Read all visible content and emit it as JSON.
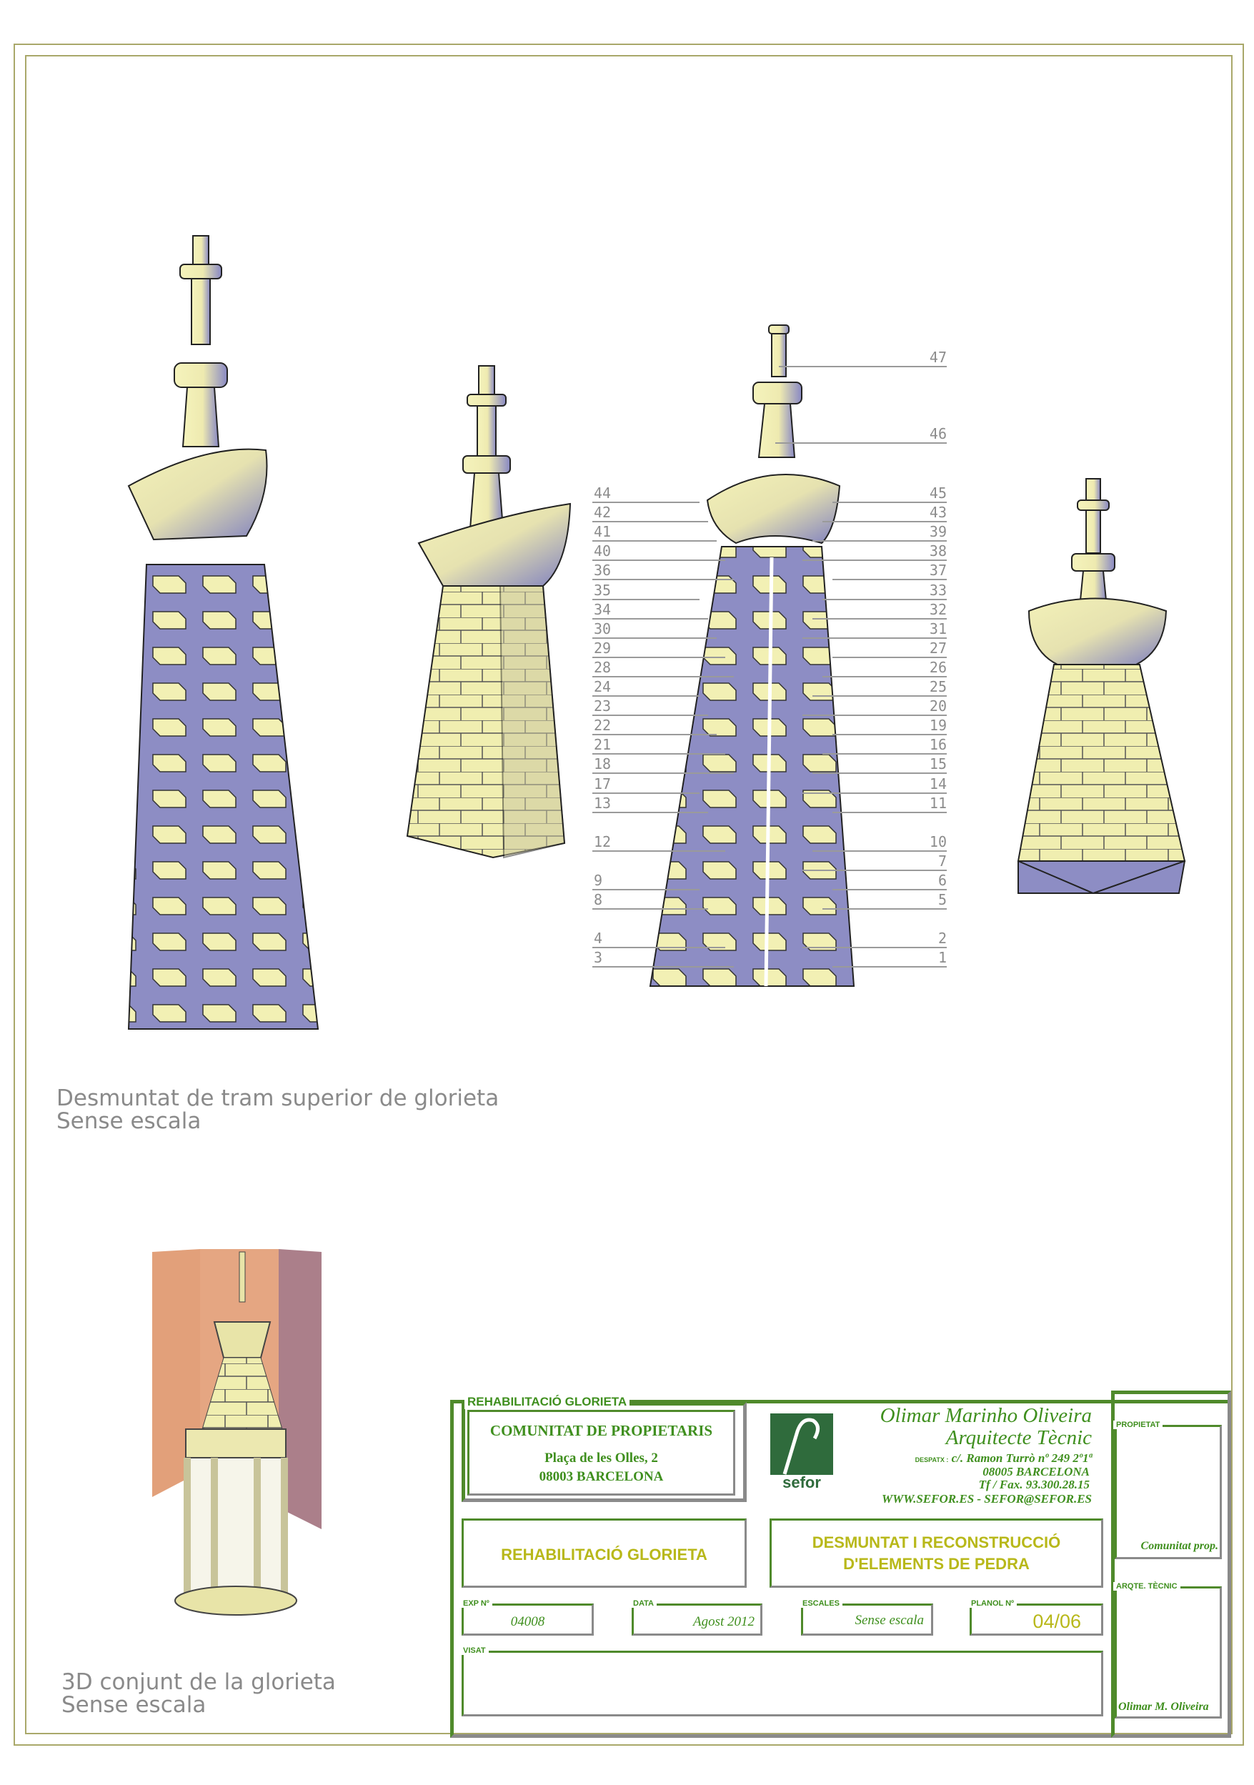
{
  "captions": {
    "exploded_title": "Desmuntat de tram superior de glorieta",
    "exploded_scale": "Sense escala",
    "overview_title": "3D conjunt de la glorieta",
    "overview_scale": "Sense escala"
  },
  "part_labels": {
    "left": [
      "44",
      "42",
      "41",
      "40",
      "36",
      "35",
      "34",
      "30",
      "29",
      "28",
      "24",
      "23",
      "22",
      "21",
      "18",
      "17",
      "13",
      "",
      "12",
      "",
      "9",
      "8",
      "",
      "4",
      "3"
    ],
    "right": [
      "45",
      "43",
      "39",
      "38",
      "37",
      "33",
      "32",
      "31",
      "27",
      "26",
      "25",
      "20",
      "19",
      "16",
      "15",
      "14",
      "11",
      "",
      "10",
      "7",
      "6",
      "5",
      "",
      "2",
      "1"
    ],
    "top": [
      "47",
      "46"
    ]
  },
  "title_block": {
    "project_tag": "REHABILITACIÓ GLORIETA",
    "client": "COMUNITAT DE PROPIETARIS",
    "client_address1": "Plaça de les Olles, 2",
    "client_address2": "08003  BARCELONA",
    "logo_text": "sefor",
    "architect_name": "Olimar Marinho Oliveira",
    "architect_title": "Arquitecte Tècnic",
    "office_label": "DESPATX :",
    "office_address": "c/. Ramon Turrò nº 249 2º1ª",
    "office_city": "08005 BARCELONA",
    "office_phone": "Tf / Fax.  93.300.28.15",
    "office_web": "WWW.SEFOR.ES  -  SEFOR@SEFOR.ES",
    "project_name": "REHABILITACIÓ GLORIETA",
    "drawing_title_1": "DESMUNTAT I RECONSTRUCCIÓ",
    "drawing_title_2": "D'ELEMENTS DE PEDRA",
    "exp_label": "EXP Nº",
    "exp_value": "04008",
    "date_label": "DATA",
    "date_value": "Agost 2012",
    "scale_label": "ESCALES",
    "scale_value": "Sense escala",
    "sheet_label": "PLANOL Nº",
    "sheet_value": "04/06",
    "visat_label": "VISAT",
    "owner_label": "PROPIETAT",
    "owner_sign": "Comunitat prop.",
    "tech_label": "ARQTE. TÈCNIC",
    "tech_sign": "Olimar M. Oliveira"
  },
  "colors": {
    "stone": "#f2f0b4",
    "shade": "#8d8dc4",
    "green": "#4f8a2b",
    "olive": "#b8b81a"
  }
}
